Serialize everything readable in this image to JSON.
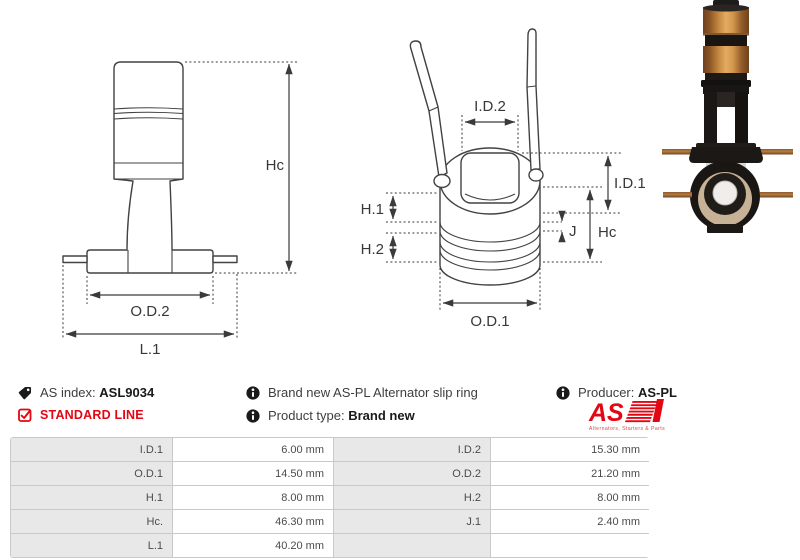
{
  "drawings": {
    "side_view": {
      "hc": "Hc",
      "od2": "O.D.2",
      "l1": "L.1"
    },
    "front_view": {
      "id2": "I.D.2",
      "id1": "I.D.1",
      "hc": "Hc",
      "h1": "H.1",
      "h2": "H.2",
      "j": "J",
      "od1": "O.D.1"
    }
  },
  "info": {
    "as_index_label": "AS index:",
    "as_index_value": "ASL9034",
    "standard_line": "STANDARD LINE",
    "description": "Brand new AS-PL Alternator slip ring",
    "product_type_label": "Product type:",
    "product_type_value": "Brand new",
    "producer_label": "Producer:",
    "producer_value": "AS-PL",
    "logo_text": "AS",
    "logo_tagline": "Alternators, Starters & Parts"
  },
  "colors": {
    "accent_red": "#e30613",
    "table_label_bg": "#e8e8e8",
    "table_border": "#c9c9c9",
    "drawing_line": "#3a3a3a"
  },
  "specs": {
    "rows": [
      [
        {
          "label": "I.D.1",
          "value": "6.00 mm"
        },
        {
          "label": "I.D.2",
          "value": "15.30 mm"
        }
      ],
      [
        {
          "label": "O.D.1",
          "value": "14.50 mm"
        },
        {
          "label": "O.D.2",
          "value": "21.20 mm"
        }
      ],
      [
        {
          "label": "H.1",
          "value": "8.00 mm"
        },
        {
          "label": "H.2",
          "value": "8.00 mm"
        }
      ],
      [
        {
          "label": "Hc.",
          "value": "46.30 mm"
        },
        {
          "label": "J.1",
          "value": "2.40 mm"
        }
      ],
      [
        {
          "label": "L.1",
          "value": "40.20 mm"
        },
        {
          "label": "",
          "value": ""
        }
      ]
    ]
  }
}
